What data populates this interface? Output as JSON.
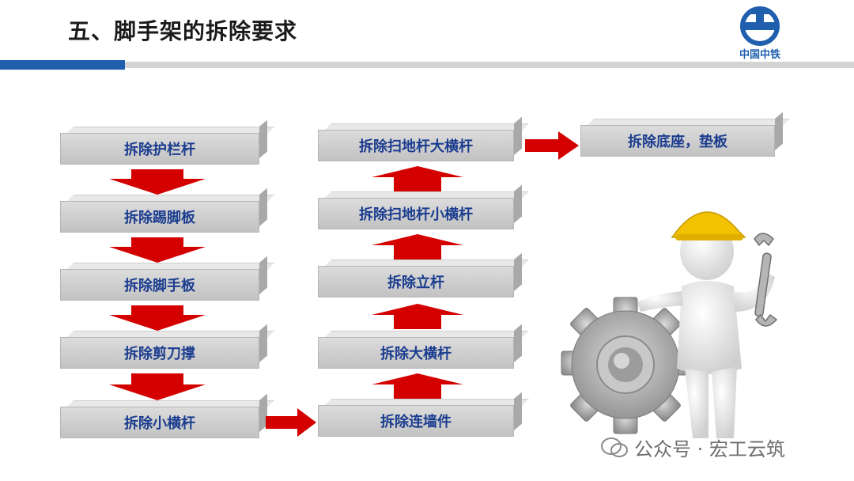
{
  "header": {
    "title": "五、脚手架的拆除要求",
    "logo_caption": "中国中铁",
    "logo_mark": "CREC"
  },
  "flow": {
    "left": [
      "拆除护栏杆",
      "拆除踢脚板",
      "拆除脚手板",
      "拆除剪刀撑",
      "拆除小横杆"
    ],
    "middle": [
      "拆除连墙件",
      "拆除大横杆",
      "拆除立杆",
      "拆除扫地杆小横杆",
      "拆除扫地杆大横杆"
    ],
    "right": [
      "拆除底座，垫板"
    ]
  },
  "watermark": {
    "text": "公众号 · 宏工云筑"
  },
  "colors": {
    "arrow": "#d40000",
    "label": "#1b3d8f",
    "accent_bar": "#1f5fae"
  }
}
